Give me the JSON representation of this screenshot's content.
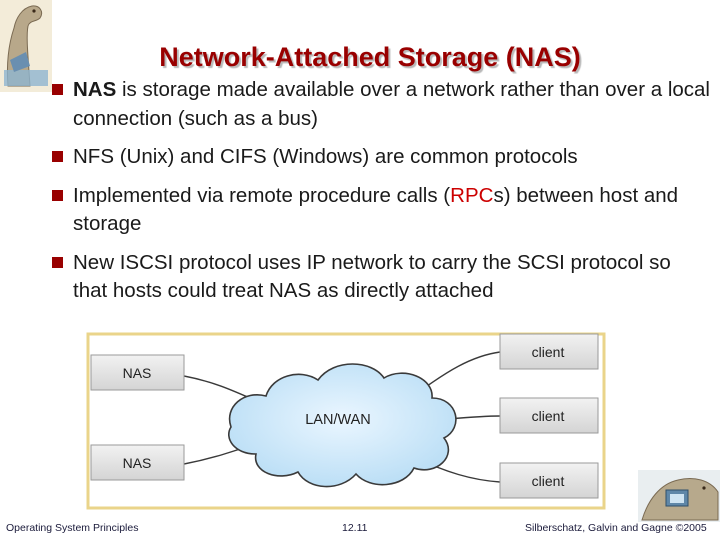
{
  "slide": {
    "title": "Network-Attached Storage (NAS)",
    "bullets": [
      {
        "strong": "NAS",
        "text": " is storage made available over a network rather than over a local connection (such as a bus)"
      },
      {
        "text": "NFS (Unix) and CIFS (Windows) are common protocols"
      },
      {
        "pre": "Implemented via remote procedure calls (",
        "highlight": "RPC",
        "post": "s) between host and storage"
      },
      {
        "text": "New ISCSI protocol uses IP network to carry the SCSI protocol so that hosts could treat NAS as directly attached"
      }
    ],
    "colors": {
      "title": "#990000",
      "bullet_marker": "#990000",
      "highlight": "#cc0000",
      "diagram_border": "#ead48a"
    }
  },
  "diagram": {
    "nas_labels": [
      "NAS",
      "NAS"
    ],
    "network_label": "LAN/WAN",
    "client_labels": [
      "client",
      "client",
      "client"
    ]
  },
  "footer": {
    "left": "Operating System Principles",
    "center": "12.11",
    "right": "Silberschatz, Galvin and Gagne ©2005"
  },
  "icons": [
    "dinosaur-logo-icon"
  ]
}
